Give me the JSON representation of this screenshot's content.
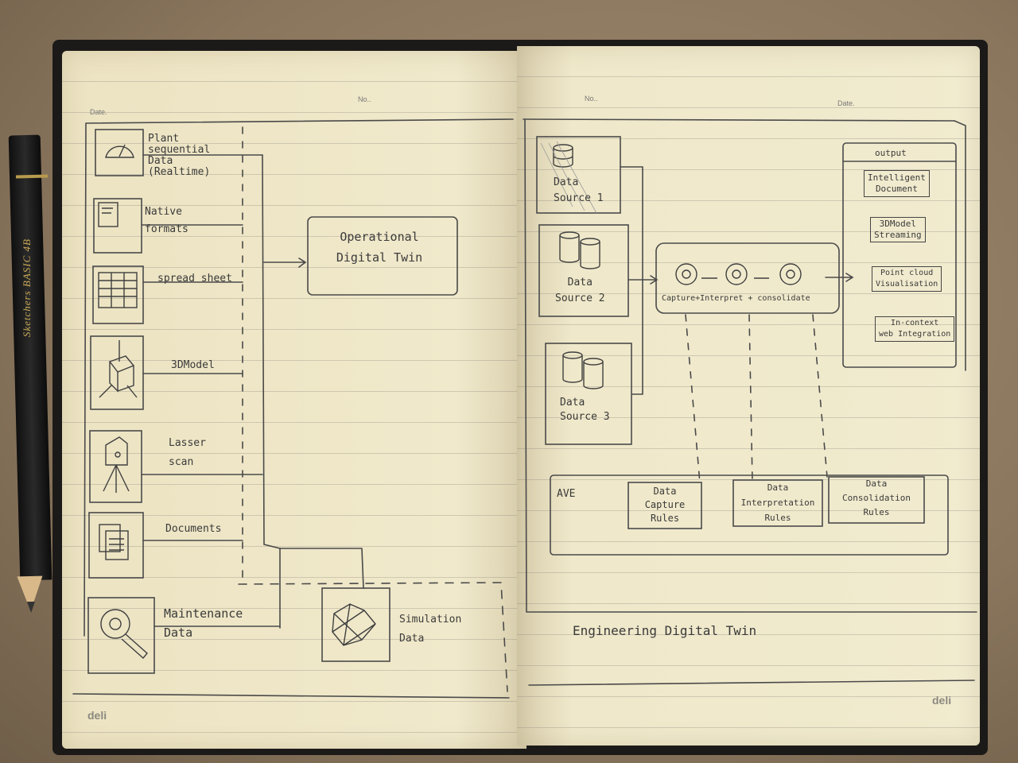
{
  "header": {
    "left_date": "Date.",
    "left_no": "No..",
    "right_no": "No..",
    "right_date": "Date."
  },
  "brand": {
    "left": "deli",
    "right": "deli"
  },
  "pencil": {
    "brand": "Sketchers",
    "model": "BASIC",
    "grade": "4B"
  },
  "left_sources": [
    {
      "label": "Plant\nsequential\nData\n(Realtime)",
      "icon": "gauge-icon"
    },
    {
      "label": "Native\nformats",
      "icon": "file-icon"
    },
    {
      "label": "spread sheet",
      "icon": "spreadsheet-icon"
    },
    {
      "label": "3DModel",
      "icon": "cube-model-icon"
    },
    {
      "label": "Lasser\nscan",
      "icon": "laser-scanner-icon"
    },
    {
      "label": "Documents",
      "icon": "documents-icon"
    },
    {
      "label": "Maintenance\nData",
      "icon": "gear-wrench-icon"
    }
  ],
  "operational_twin": "Operational\nDigital Twin",
  "simulation": {
    "label": "Simulation\nData",
    "icon": "network-icon"
  },
  "data_sources": [
    "Data\nSource 1",
    "Data\nSource 2",
    "Data\nSource 3"
  ],
  "pipeline": {
    "label": "Capture+Interpret + consolidate",
    "icon": "gears-icon"
  },
  "output": {
    "title": "output",
    "items": [
      "Intelligent\nDocument",
      "3DModel\nStreaming",
      "Point cloud\nVisualisation",
      "In-context\nweb Integration"
    ]
  },
  "ave": {
    "label": "AVE",
    "rules": [
      "Data\nCapture\nRules",
      "Data\nInterpretation\nRules",
      "Data\nConsolidation\nRules"
    ]
  },
  "footer_title": "Engineering Digital Twin"
}
